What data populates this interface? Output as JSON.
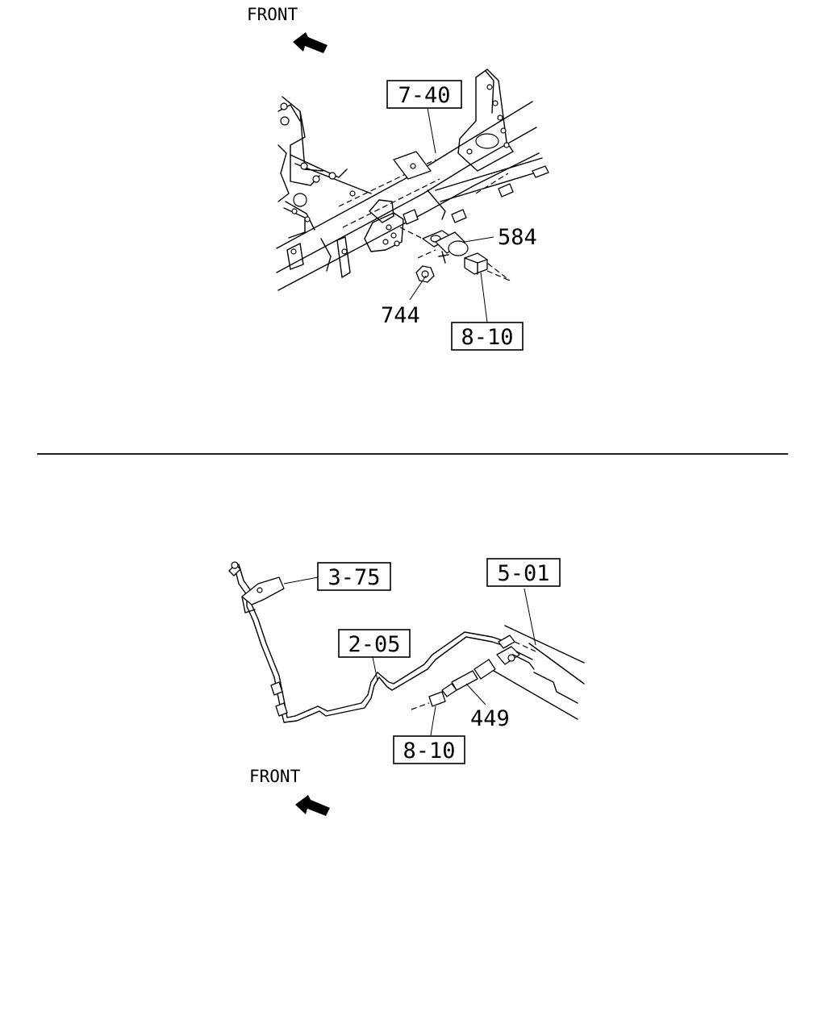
{
  "top_diagram": {
    "front_label": "FRONT",
    "refs": {
      "frame": "7-40",
      "harness": "8-10"
    },
    "parts": {
      "sensor": "584",
      "nut": "744"
    }
  },
  "bottom_diagram": {
    "front_label": "FRONT",
    "refs": {
      "bracket": "3-75",
      "pipe": "2-05",
      "frame": "5-01",
      "harness": "8-10"
    },
    "parts": {
      "switch": "449"
    }
  }
}
